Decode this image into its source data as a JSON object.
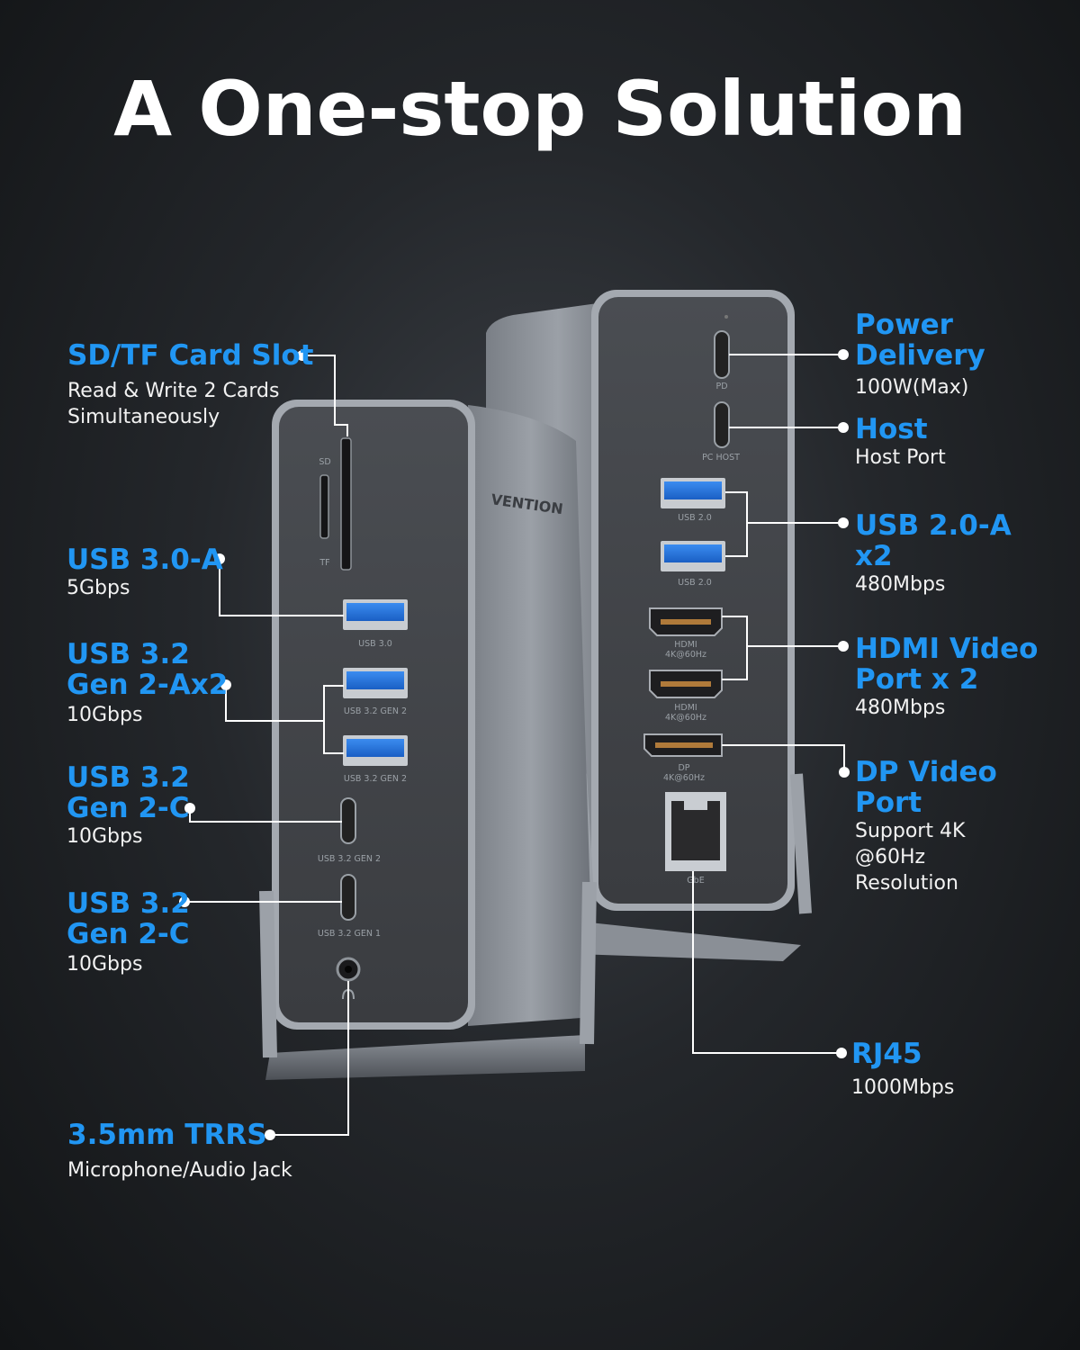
{
  "title": "A One-stop Solution",
  "brand": "VENTION",
  "callouts": {
    "sd_tf": {
      "title": "SD/TF Card Slot",
      "desc1": "Read & Write 2 Cards",
      "desc2": "Simultaneously"
    },
    "usb30": {
      "title": "USB 3.0-A",
      "desc": "5Gbps"
    },
    "usb32a": {
      "title1": "USB 3.2",
      "title2": "Gen 2-Ax2",
      "desc": "10Gbps"
    },
    "usb32c_1": {
      "title1": "USB 3.2",
      "title2": "Gen 2-C",
      "desc": "10Gbps"
    },
    "usb32c_2": {
      "title1": "USB 3.2",
      "title2": "Gen 2-C",
      "desc": "10Gbps"
    },
    "trrs": {
      "title": "3.5mm TRRS",
      "desc": "Microphone/Audio Jack"
    },
    "pd": {
      "title1": "Power",
      "title2": "Delivery",
      "desc": "100W(Max)"
    },
    "host": {
      "title": "Host",
      "desc": "Host Port"
    },
    "usb20": {
      "title1": "USB 2.0-A",
      "title2": "x2",
      "desc": "480Mbps"
    },
    "hdmi": {
      "title1": "HDMI Video",
      "title2": "Port x 2",
      "desc": "480Mbps"
    },
    "dp": {
      "title1": "DP Video",
      "title2": "Port",
      "desc1": "Support 4K",
      "desc2": "@60Hz",
      "desc3": "Resolution"
    },
    "rj45": {
      "title": "RJ45",
      "desc": "1000Mbps"
    }
  },
  "port_labels": {
    "sd": "SD",
    "tf": "TF",
    "usb30": "USB 3.0",
    "usb32gen2": "USB 3.2 GEN 2",
    "usb32gen1": "USB 3.2 GEN 1",
    "pd": "PD",
    "pchost": "PC HOST",
    "usb20": "USB 2.0",
    "hdmi": "HDMI",
    "hz": "4K@60Hz",
    "dp": "DP",
    "gbe": "GbE"
  },
  "colors": {
    "accent": "#2196f3",
    "usb_blue": "#1e6fd9",
    "background": "#1c1e21"
  }
}
